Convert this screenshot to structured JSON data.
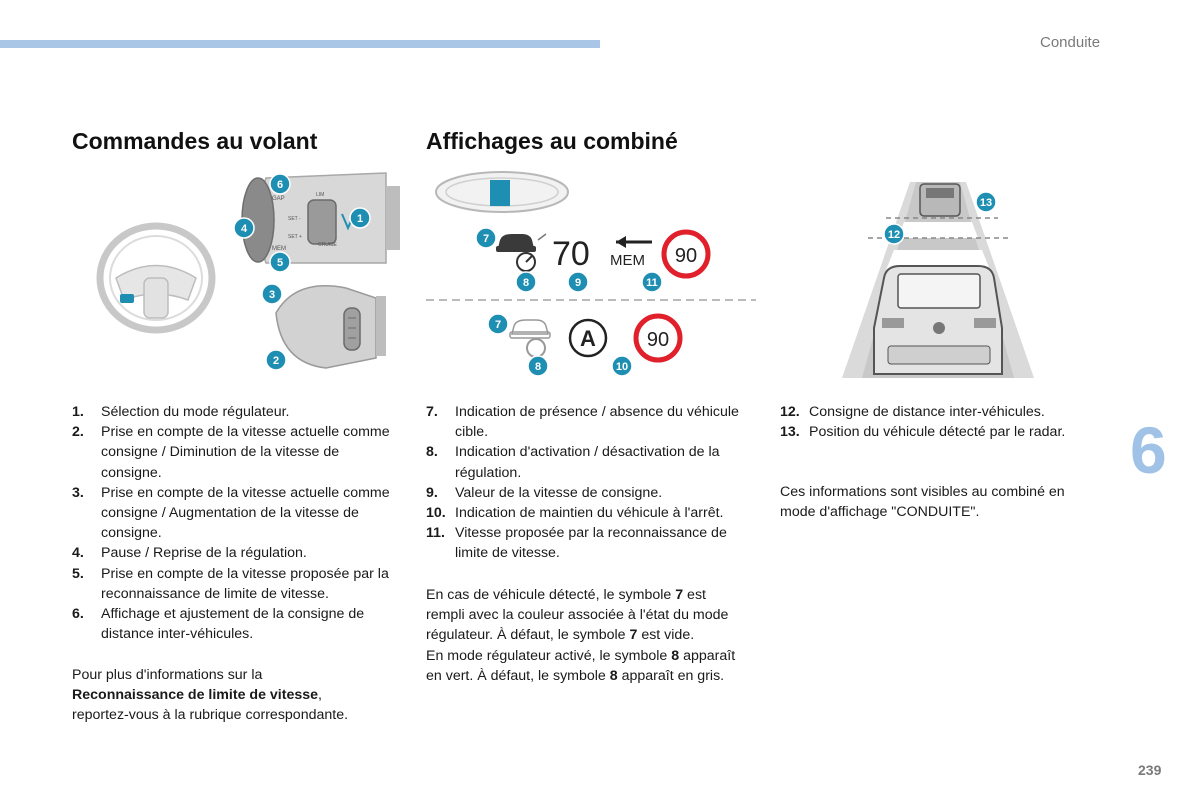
{
  "header": {
    "section": "Conduite"
  },
  "chapter": "6",
  "page_number": "239",
  "titles": {
    "left": "Commandes au volant",
    "middle": "Affichages au combiné"
  },
  "figure_labels": {
    "wheel": {
      "gap": "GAP",
      "set_minus": "SET -",
      "set_plus": "SET +",
      "mem": "MEM",
      "cruise": "CRUISE",
      "lim": "LIM"
    },
    "display": {
      "speed": "70",
      "mem": "MEM",
      "limit_top": "90",
      "limit_bottom": "90",
      "auto": "A"
    }
  },
  "badges": [
    "1",
    "2",
    "3",
    "4",
    "5",
    "6",
    "7",
    "8",
    "9",
    "10",
    "11",
    "12",
    "13"
  ],
  "left_list": [
    {
      "num": "1.",
      "text": "Sélection du mode régulateur."
    },
    {
      "num": "2.",
      "text": "Prise en compte de la vitesse actuelle comme consigne / Diminution de la vitesse de consigne."
    },
    {
      "num": "3.",
      "text": "Prise en compte de la vitesse actuelle comme consigne / Augmentation de la vitesse de consigne."
    },
    {
      "num": "4.",
      "text": "Pause / Reprise de la régulation."
    },
    {
      "num": "5.",
      "text": "Prise en compte de la vitesse proposée par la reconnaissance de limite de vitesse."
    },
    {
      "num": "6.",
      "text": "Affichage et ajustement de la consigne de distance inter-véhicules."
    }
  ],
  "left_note": {
    "line1": "Pour plus d'informations sur la",
    "bold": "Reconnaissance de limite de vitesse",
    "comma": ",",
    "line3": "reportez-vous à la rubrique correspondante."
  },
  "middle_list": [
    {
      "num": "7.",
      "text": "Indication de présence / absence du véhicule cible."
    },
    {
      "num": "8.",
      "text": "Indication d'activation / désactivation de la régulation."
    },
    {
      "num": "9.",
      "text": "Valeur de la vitesse de consigne."
    },
    {
      "num": "10.",
      "text": "Indication de maintien du véhicule à l'arrêt."
    },
    {
      "num": "11.",
      "text": "Vitesse proposée par la reconnaissance de limite de vitesse."
    }
  ],
  "middle_note": {
    "p1_a": "En cas de véhicule détecté, le symbole ",
    "p1_b7": "7",
    "p1_c": " est rempli avec la couleur associée à l'état du mode régulateur. À défaut, le symbole ",
    "p1_d7": "7",
    "p1_e": " est vide.",
    "p2_a": "En mode régulateur activé, le symbole ",
    "p2_b8": "8",
    "p2_c": " apparaît en vert. À défaut, le symbole ",
    "p2_d8": "8",
    "p2_e": " apparaît en gris."
  },
  "right_list": [
    {
      "num": "12.",
      "text": "Consigne de distance inter-véhicules."
    },
    {
      "num": "13.",
      "text": "Position du véhicule détecté par le radar."
    }
  ],
  "right_note": "Ces informations sont visibles au combiné en mode d'affichage \"CONDUITE\".",
  "colors": {
    "accent": "#1e8fb3",
    "top_bar": "#a9c6e6",
    "chapter": "#9fc2e6",
    "limit_ring": "#e0202a"
  }
}
